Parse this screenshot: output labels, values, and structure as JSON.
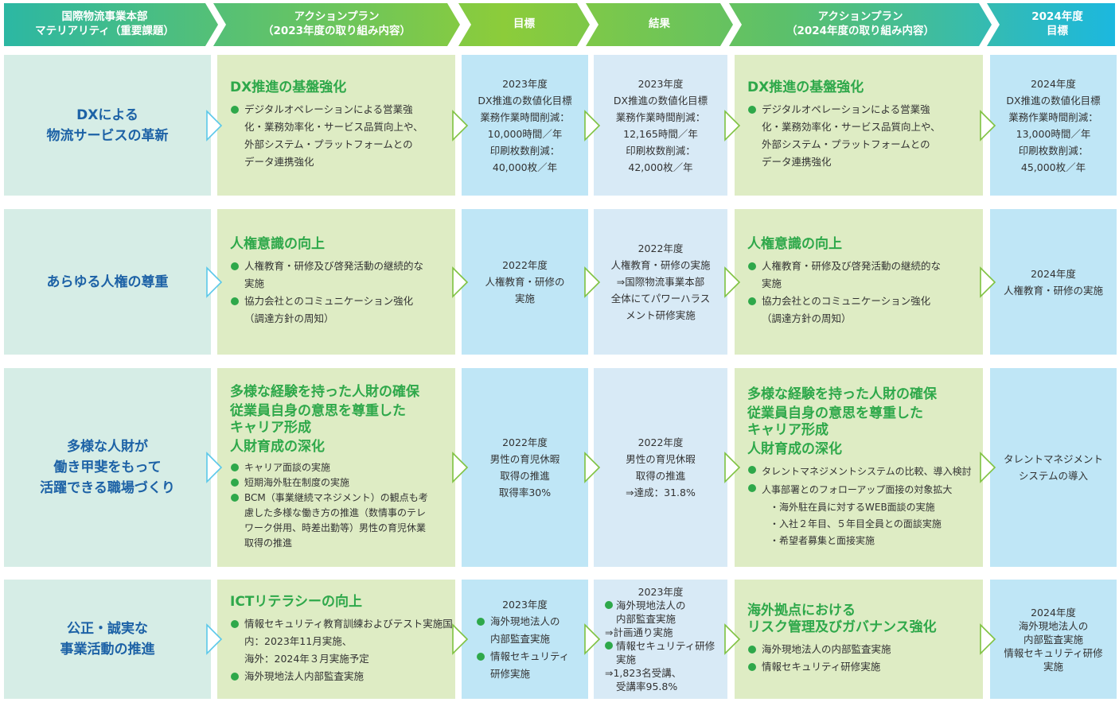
{
  "header": [
    [
      "国際物流事業本部",
      "マテリアリティ（重要課題）"
    ],
    [
      "アクションプラン",
      "（2023年度の取り組み内容）"
    ],
    [
      "目標"
    ],
    [
      "結果"
    ],
    [
      "アクションプラン",
      "（2024年度の取り組み内容）"
    ],
    [
      "2024年度",
      "目標"
    ]
  ],
  "rows": [
    {
      "materiality": [
        "DXによる",
        "物流サービスの革新"
      ],
      "plan2023": {
        "titles": [
          "DX推進の基盤強化"
        ],
        "bullets": [
          [
            "デジタルオペレーションによる営業強",
            "化・業務効率化・サービス品質向上や、",
            "外部システム・プラットフォームとの",
            "データ連携強化"
          ]
        ]
      },
      "goal": [
        "2023年度",
        "DX推進の数値化目標",
        "業務作業時間削減：",
        "10,000時間／年",
        "印刷枚数削減：",
        "40,000枚／年"
      ],
      "result": [
        "2023年度",
        "DX推進の数値化目標",
        "業務作業時間削減：",
        "12,165時間／年",
        "印刷枚数削減：",
        "42,000枚／年"
      ],
      "plan2024": {
        "titles": [
          "DX推進の基盤強化"
        ],
        "bullets": [
          [
            "デジタルオペレーションによる営業強",
            "化・業務効率化・サービス品質向上や、",
            "外部システム・プラットフォームとの",
            "データ連携強化"
          ]
        ]
      },
      "target2024": [
        "2024年度",
        "DX推進の数値化目標",
        "業務作業時間削減：",
        "13,000時間／年",
        "印刷枚数削減：",
        "45,000枚／年"
      ]
    },
    {
      "materiality": [
        "あらゆる人権の尊重"
      ],
      "plan2023": {
        "titles": [
          "人権意識の向上"
        ],
        "bullets": [
          [
            "人権教育・研修及び啓発活動の継続的な",
            "実施"
          ],
          [
            "協力会社とのコミュニケーション強化",
            "（調達方針の周知）"
          ]
        ]
      },
      "goal": [
        "2022年度",
        "人権教育・研修の",
        "実施"
      ],
      "result": [
        "2022年度",
        "人権教育・研修の実施",
        "⇒国際物流事業本部",
        "全体にてパワーハラス",
        "メント研修実施"
      ],
      "plan2024": {
        "titles": [
          "人権意識の向上"
        ],
        "bullets": [
          [
            "人権教育・研修及び啓発活動の継続的な",
            "実施"
          ],
          [
            "協力会社とのコミュニケーション強化",
            "（調達方針の周知）"
          ]
        ]
      },
      "target2024": [
        "2024年度",
        "人権教育・研修の実施"
      ]
    },
    {
      "materiality": [
        "多様な人財が",
        "働き甲斐をもって",
        "活躍できる職場づくり"
      ],
      "plan2023": {
        "titles": [
          [
            "多様な経験を持った人財の確保"
          ],
          [
            "従業員自身の意思を尊重した",
            "キャリア形成"
          ],
          [
            "人財育成の深化"
          ]
        ],
        "bullets": [
          [
            "キャリア面談の実施"
          ],
          [
            "短期海外駐在制度の実施"
          ],
          [
            "BCM（事業継続マネジメント）の観点も考",
            "慮した多様な働き方の推進（数情事のテレ",
            "ワーク併用、時差出勤等）男性の育児休業",
            "取得の推進"
          ]
        ]
      },
      "goal": [
        "2022年度",
        "男性の育児休暇",
        "取得の推進",
        "取得率30%"
      ],
      "result": [
        "2022年度",
        "男性の育児休暇",
        "取得の推進",
        "⇒達成：31.8%"
      ],
      "plan2024": {
        "titles": [
          [
            "多様な経験を持った人財の確保"
          ],
          [
            "従業員自身の意思を尊重した",
            "キャリア形成"
          ],
          [
            "人財育成の深化"
          ]
        ],
        "bullets": [
          [
            "タレントマネジメントシステムの比較、導入検討"
          ],
          [
            "人事部署とのフォローアップ面接の対象拡大"
          ]
        ],
        "subs": [
          "・海外駐在員に対するWEB面談の実施",
          "・入社２年目、５年目全員との面談実施",
          "・希望者募集と面接実施"
        ]
      },
      "target2024": [
        "タレントマネジメント",
        "システムの導入"
      ]
    },
    {
      "materiality": [
        "公正・誠実な",
        "事業活動の推進"
      ],
      "plan2023": {
        "titles": [
          "ICTリテラシーの向上"
        ],
        "bullets": [
          [
            "情報セキュリティ教育訓練およびテスト実施国",
            "内：2023年11月実施、",
            "海外：2024年３月実施予定"
          ],
          [
            "海外現地法人内部監査実施"
          ]
        ]
      },
      "goal": {
        "year": "2023年度",
        "bullets": [
          [
            "海外現地法人の",
            "内部監査実施"
          ],
          [
            "情報セキュリティ",
            "研修実施"
          ]
        ]
      },
      "result": {
        "year": "2023年度",
        "items": [
          [
            "b",
            "海外現地法人の"
          ],
          [
            "",
            "内部監査実施"
          ],
          [
            "",
            "⇒計画通り実施"
          ],
          [
            "b",
            "情報セキュリティ研修"
          ],
          [
            "",
            "実施"
          ],
          [
            "",
            "⇒1,823名受講、"
          ],
          [
            "",
            "受講率95.8%"
          ]
        ]
      },
      "plan2024": {
        "titles": [
          [
            "海外拠点における",
            "リスク管理及びガバナンス強化"
          ]
        ],
        "bullets": [
          [
            "海外現地法人の内部監査実施"
          ],
          [
            "情報セキュリティ研修実施"
          ]
        ]
      },
      "target2024": [
        "2024年度",
        "海外現地法人の",
        "内部監査実施",
        "情報セキュリティ研修",
        "実施"
      ]
    }
  ],
  "colors": {
    "header_left": "#2bb7a4",
    "header_mid": "#8ccc3a",
    "header_right": "#1bb8e0",
    "materiality_bg": "#d6ede6",
    "plan_bg": "#deecc4",
    "goal_bg": "#bfe6f6",
    "result_bg": "#d8eaf6",
    "title_green": "#2ea84a",
    "materiality_blue": "#1d62a6",
    "arrow_blue": "#5bc8ea",
    "arrow_green": "#7fc241"
  }
}
